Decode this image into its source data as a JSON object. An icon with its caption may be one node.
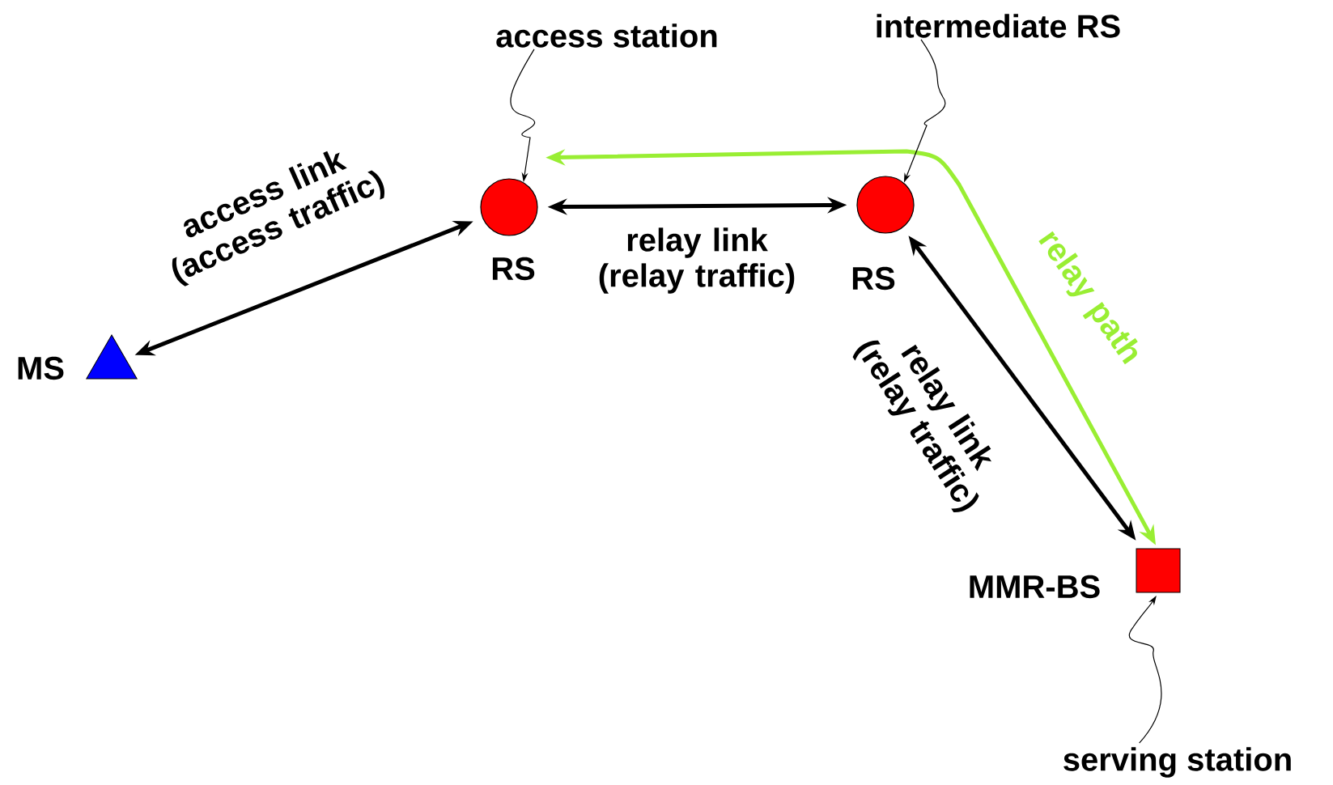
{
  "diagram": {
    "nodes": [
      {
        "text": [
          "access station"
        ]
      },
      {
        "text": [
          "intermediate RS"
        ]
      },
      {
        "text": [],
        "shape": "circle",
        "beside": [
          "RS"
        ]
      },
      {
        "text": [],
        "shape": "circle",
        "beside": [
          "RS"
        ]
      },
      {
        "text": [],
        "shape": "triangle",
        "beside": [
          "MS"
        ]
      },
      {
        "text": [],
        "shape": "box",
        "beside": [
          "MMR-BS"
        ]
      },
      {
        "text": [
          "serving station"
        ]
      }
    ],
    "edges": [
      {
        "from": 4,
        "to": 2,
        "arrow": "both",
        "label": "access link (access traffic)"
      },
      {
        "from": 2,
        "to": 3,
        "arrow": "both",
        "label": "relay link (relay traffic)"
      },
      {
        "from": 3,
        "to": 5,
        "arrow": "both",
        "label": "relay link (relay traffic)"
      },
      {
        "from": 2,
        "to": 5,
        "arrow": "both",
        "label": "relay path",
        "color": "#99ee33"
      },
      {
        "from": 0,
        "to": 2,
        "arrow": "to"
      },
      {
        "from": 1,
        "to": 3,
        "arrow": "to"
      },
      {
        "from": 6,
        "to": 5,
        "arrow": "to"
      }
    ]
  }
}
